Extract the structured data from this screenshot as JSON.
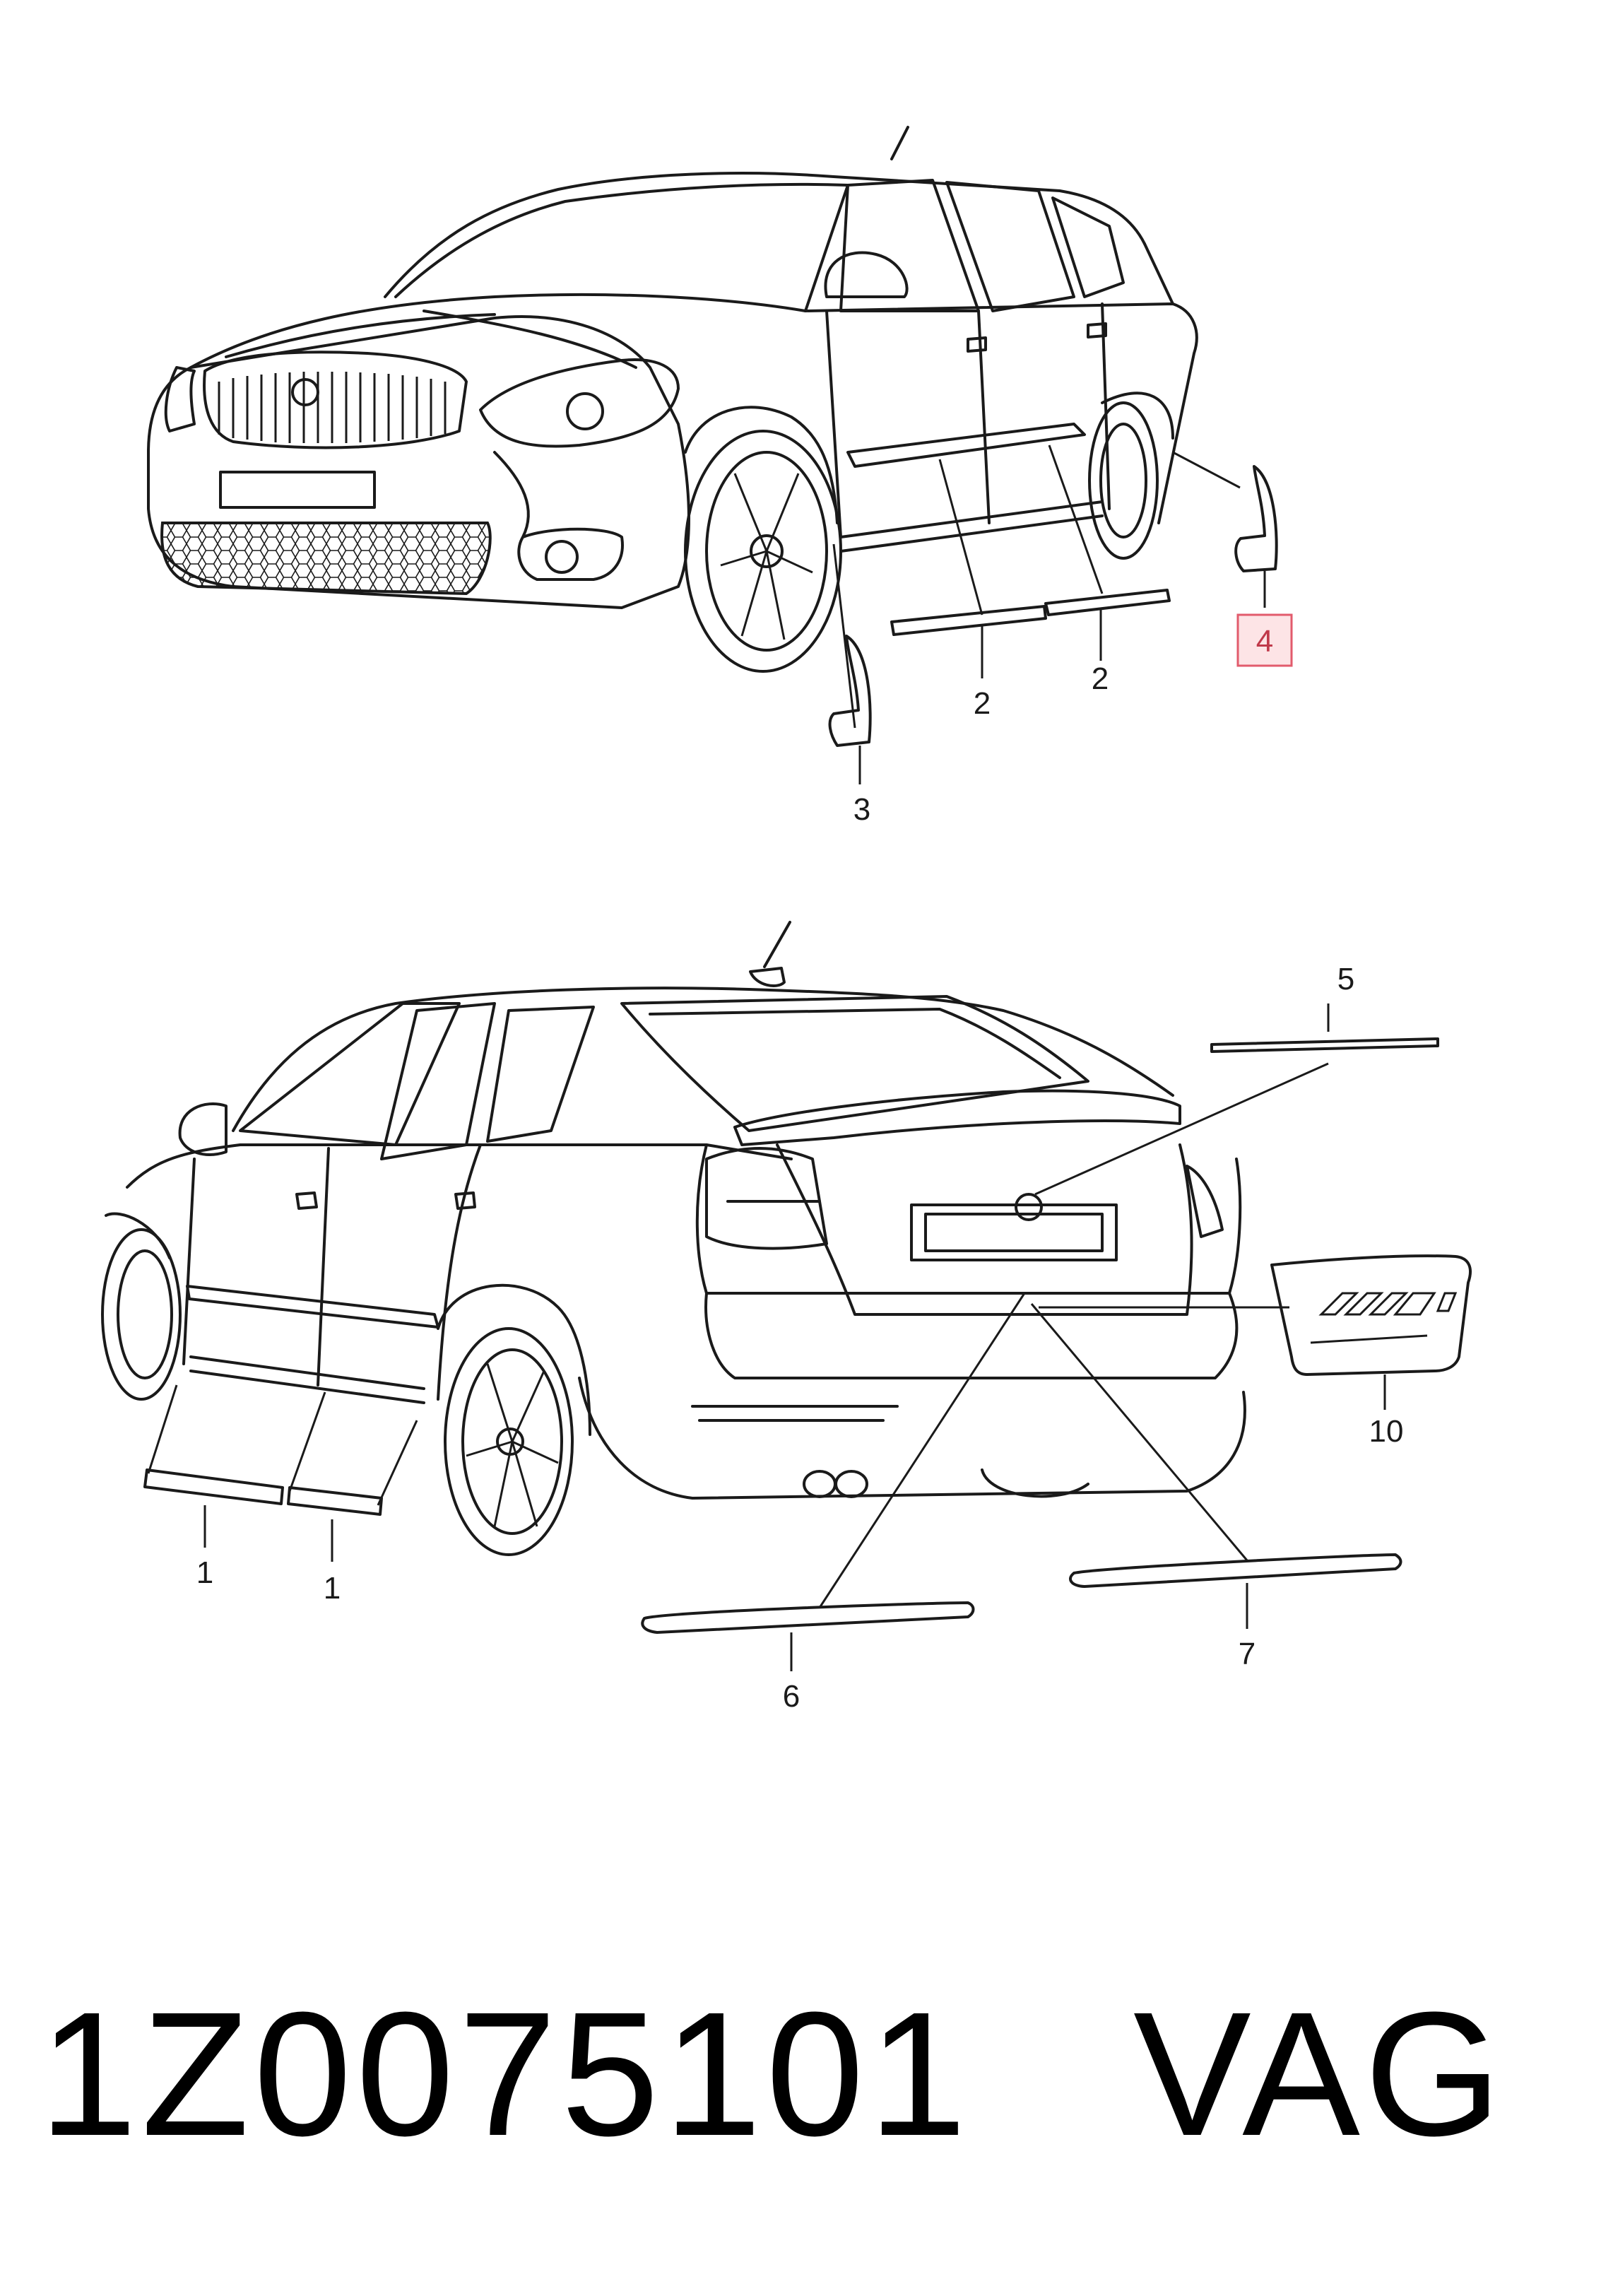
{
  "callouts": {
    "c1a": "1",
    "c1b": "1",
    "c2a": "2",
    "c2b": "2",
    "c3": "3",
    "c4": "4",
    "c5": "5",
    "c6": "6",
    "c7": "7",
    "c10": "10"
  },
  "highlighted_callout": "4",
  "colors": {
    "highlight_fill": "#fde4e6",
    "highlight_stroke": "#e25b6c",
    "line": "#1a1a1a"
  },
  "footer": {
    "part_number": "1Z0075101",
    "brand": "VAG"
  }
}
